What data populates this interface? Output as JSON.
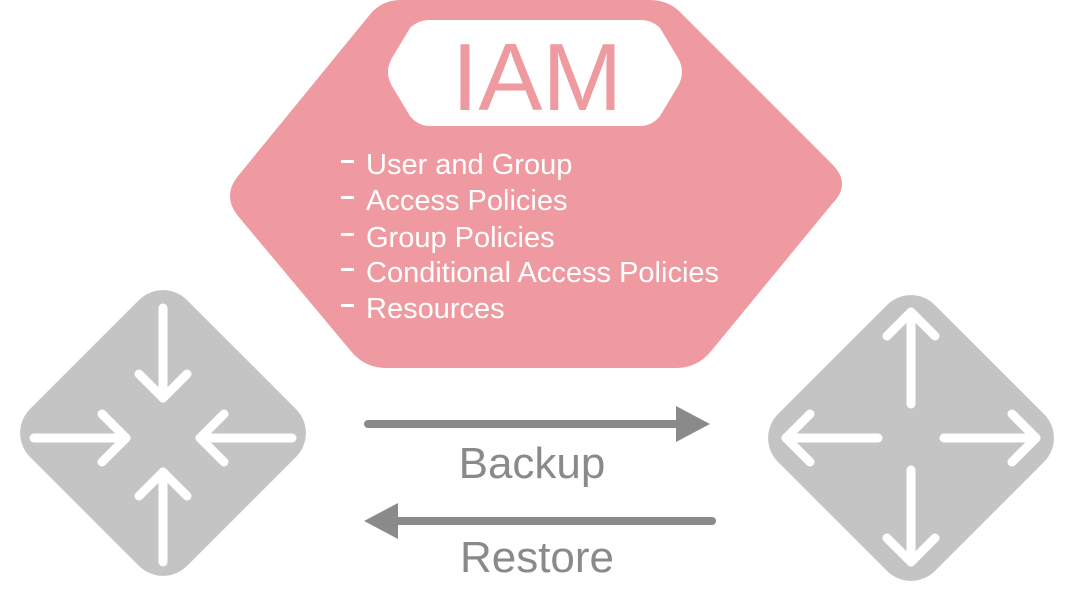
{
  "iam": {
    "title": "IAM",
    "items": [
      "User and Group",
      "Access Policies",
      "Group Policies",
      "Conditional Access Policies",
      "Resources"
    ]
  },
  "flows": {
    "backup_label": "Backup",
    "restore_label": "Restore"
  },
  "nodes": {
    "left_icon": "arrows-converge-icon",
    "right_icon": "arrows-diverge-icon"
  },
  "colors": {
    "iam_fill": "#ef9aa0",
    "node_fill": "#c4c4c4",
    "arrow": "#8a8a8a",
    "white": "#ffffff"
  }
}
